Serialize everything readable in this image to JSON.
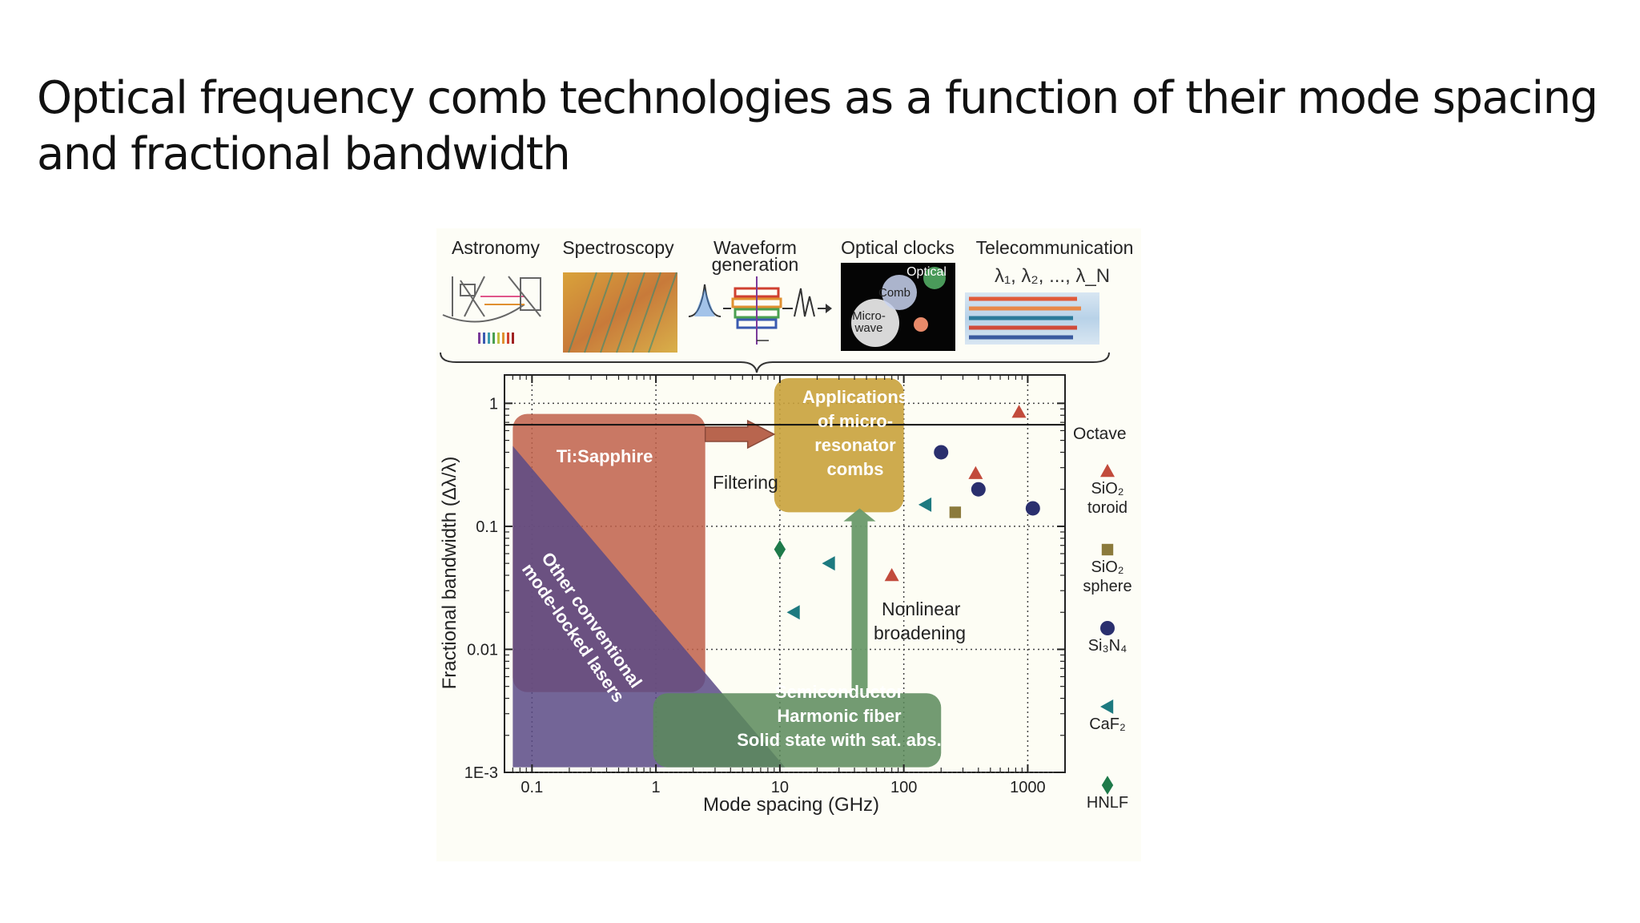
{
  "slide": {
    "title_line1": "Optical frequency comb technologies as a function of their mode spacing",
    "title_line2": "and fractional bandwidth"
  },
  "applications": [
    {
      "label": "Astronomy"
    },
    {
      "label": "Spectroscopy"
    },
    {
      "label": "Waveform",
      "label2": "generation"
    },
    {
      "label": "Optical clocks",
      "inset": {
        "optical": "Optical",
        "comb": "Comb",
        "micro1": "Micro-",
        "micro2": "wave"
      }
    },
    {
      "label": "Telecommunication",
      "lambdas": "λ₁, λ₂, ...,   λ_N"
    }
  ],
  "chart_data": {
    "type": "scatter",
    "title": "",
    "xlabel": "Mode spacing (GHz)",
    "ylabel": "Fractional bandwidth (Δλ/λ)",
    "x_scale": "log",
    "y_scale": "log",
    "xlim": [
      0.06,
      2000
    ],
    "ylim": [
      0.001,
      1.7
    ],
    "x_ticks": [
      {
        "v": 0.1,
        "label": "0.1"
      },
      {
        "v": 1,
        "label": "1"
      },
      {
        "v": 10,
        "label": "10"
      },
      {
        "v": 100,
        "label": "100"
      },
      {
        "v": 1000,
        "label": "1000"
      }
    ],
    "y_ticks": [
      {
        "v": 1,
        "label": "1"
      },
      {
        "v": 0.1,
        "label": "0.1"
      },
      {
        "v": 0.01,
        "label": "0.01"
      },
      {
        "v": 0.001,
        "label": "1E-3"
      }
    ],
    "grid": "dotted",
    "octave": {
      "y": 0.67,
      "label": "Octave"
    },
    "regions": [
      {
        "name": "Ti:Sapphire",
        "color": "#c0604a"
      },
      {
        "name": "Other conventional mode-locked lasers",
        "line1": "Other conventional",
        "line2": "mode-locked lasers",
        "color": "#5a4a86"
      },
      {
        "name": "Semiconductor / Harmonic fiber / Solid state with sat. abs.",
        "line1": "Semiconductor",
        "line2": "Harmonic fiber",
        "line3": "Solid state with sat. abs.",
        "color": "#5a8a5a"
      },
      {
        "name": "Applications of micro-resonator combs",
        "line1": "Applications",
        "line2": "of micro-",
        "line3": "resonator",
        "line4": "combs",
        "color": "#c9a23c"
      }
    ],
    "arrows": [
      {
        "label": "Filtering"
      },
      {
        "label1": "Nonlinear",
        "label2": "broadening"
      }
    ],
    "series": [
      {
        "name": "SiO2 toroid",
        "legend1": "SiO₂",
        "legend2": "toroid",
        "marker": "triangle-up",
        "color": "#c24b3c",
        "points": [
          [
            850,
            0.85
          ],
          [
            380,
            0.27
          ],
          [
            80,
            0.04
          ]
        ]
      },
      {
        "name": "SiO2 sphere",
        "legend1": "SiO₂",
        "legend2": "sphere",
        "marker": "square",
        "color": "#8b7a3c",
        "points": [
          [
            260,
            0.13
          ]
        ]
      },
      {
        "name": "Si3N4",
        "legend1": "Si₃N₄",
        "legend2": "",
        "marker": "circle",
        "color": "#2a2f6e",
        "points": [
          [
            200,
            0.4
          ],
          [
            400,
            0.2
          ],
          [
            1100,
            0.14
          ]
        ]
      },
      {
        "name": "CaF2",
        "legend1": "CaF₂",
        "legend2": "",
        "marker": "triangle-left",
        "color": "#1d7a80",
        "points": [
          [
            150,
            0.15
          ],
          [
            25,
            0.05
          ],
          [
            13,
            0.02
          ]
        ]
      },
      {
        "name": "HNLF",
        "legend1": "HNLF",
        "legend2": "",
        "marker": "diamond",
        "color": "#1e7a4a",
        "points": [
          [
            10,
            0.065
          ]
        ]
      }
    ]
  }
}
